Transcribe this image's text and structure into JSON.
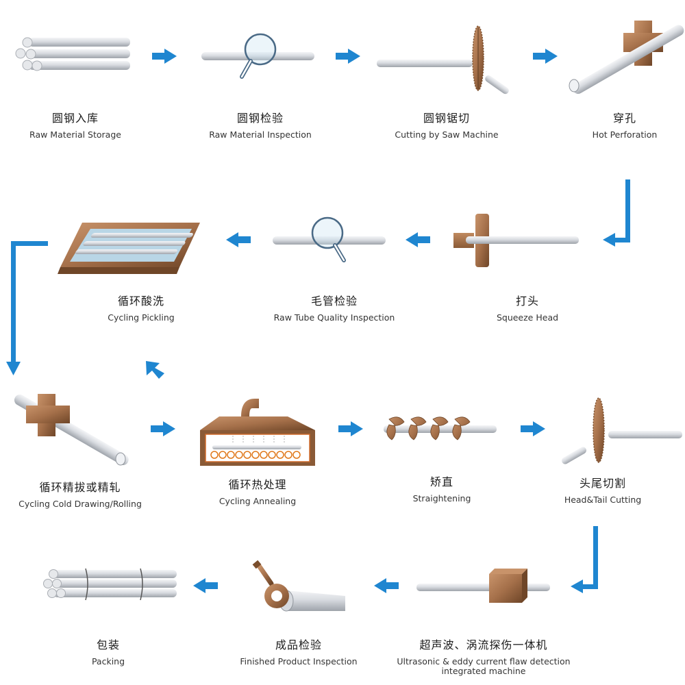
{
  "colors": {
    "arrow": "#1f86d0",
    "copper": "#a8724a",
    "copper_dark": "#7c5030",
    "steel": "#cfd3d8"
  },
  "steps": [
    {
      "zh": "圆钢入库",
      "en": "Raw Material Storage",
      "icon": "bundle-icon"
    },
    {
      "zh": "圆钢检验",
      "en": "Raw Material Inspection",
      "icon": "magnifier-icon"
    },
    {
      "zh": "圆钢锯切",
      "en": "Cutting by Saw Machine",
      "icon": "saw-blade-icon"
    },
    {
      "zh": "穿孔",
      "en": "Hot Perforation",
      "icon": "piercing-mill-icon"
    },
    {
      "zh": "打头",
      "en": "Squeeze Head",
      "icon": "head-press-icon"
    },
    {
      "zh": "毛管检验",
      "en": "Raw Tube Quality Inspection",
      "icon": "magnifier-icon"
    },
    {
      "zh": "循环酸洗",
      "en": "Cycling Pickling",
      "icon": "pickling-tank-icon"
    },
    {
      "zh": "循环精拔或精轧",
      "en": "Cycling Cold Drawing/Rolling",
      "icon": "drawing-die-icon"
    },
    {
      "zh": "循环热处理",
      "en": "Cycling Annealing",
      "icon": "furnace-icon"
    },
    {
      "zh": "矫直",
      "en": "Straightening",
      "icon": "straightener-icon"
    },
    {
      "zh": "头尾切割",
      "en": "Head&Tail Cutting",
      "icon": "saw-blade-icon"
    },
    {
      "zh": "超声波、涡流探伤一体机",
      "en": "Ultrasonic & eddy current flaw detection",
      "en2": "integrated machine",
      "icon": "flaw-detector-icon"
    },
    {
      "zh": "成品检验",
      "en": "Finished Product Inspection",
      "icon": "inspection-tool-icon"
    },
    {
      "zh": "包装",
      "en": "Packing",
      "icon": "packed-bundle-icon"
    }
  ]
}
